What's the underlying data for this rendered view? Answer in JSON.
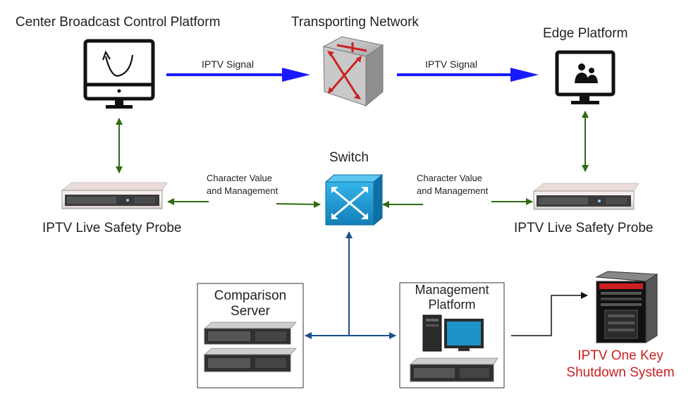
{
  "nodes": {
    "center_platform": "Center Broadcast Control Platform",
    "transport_network": "Transporting Network",
    "edge_platform": "Edge Platform",
    "switch": "Switch",
    "probe_left": "IPTV Live Safety Probe",
    "probe_right": "IPTV Live Safety Probe",
    "comparison_server": [
      "Comparison",
      "Server"
    ],
    "management_platform": [
      "Management",
      "Platform"
    ],
    "shutdown_system": [
      "IPTV One Key",
      "Shutdown System"
    ]
  },
  "links": {
    "signal_left": "IPTV Signal",
    "signal_right": "IPTV Signal",
    "char_left": [
      "Character Value",
      "and Management"
    ],
    "char_right": [
      "Character Value",
      "and Management"
    ]
  },
  "colors": {
    "signal": "#1a1aff",
    "management_link": "#2e6b12",
    "lan": "#1b4f8f",
    "shutdown_text": "#cc1f1f",
    "switch_fill": "#1d9bd7"
  }
}
